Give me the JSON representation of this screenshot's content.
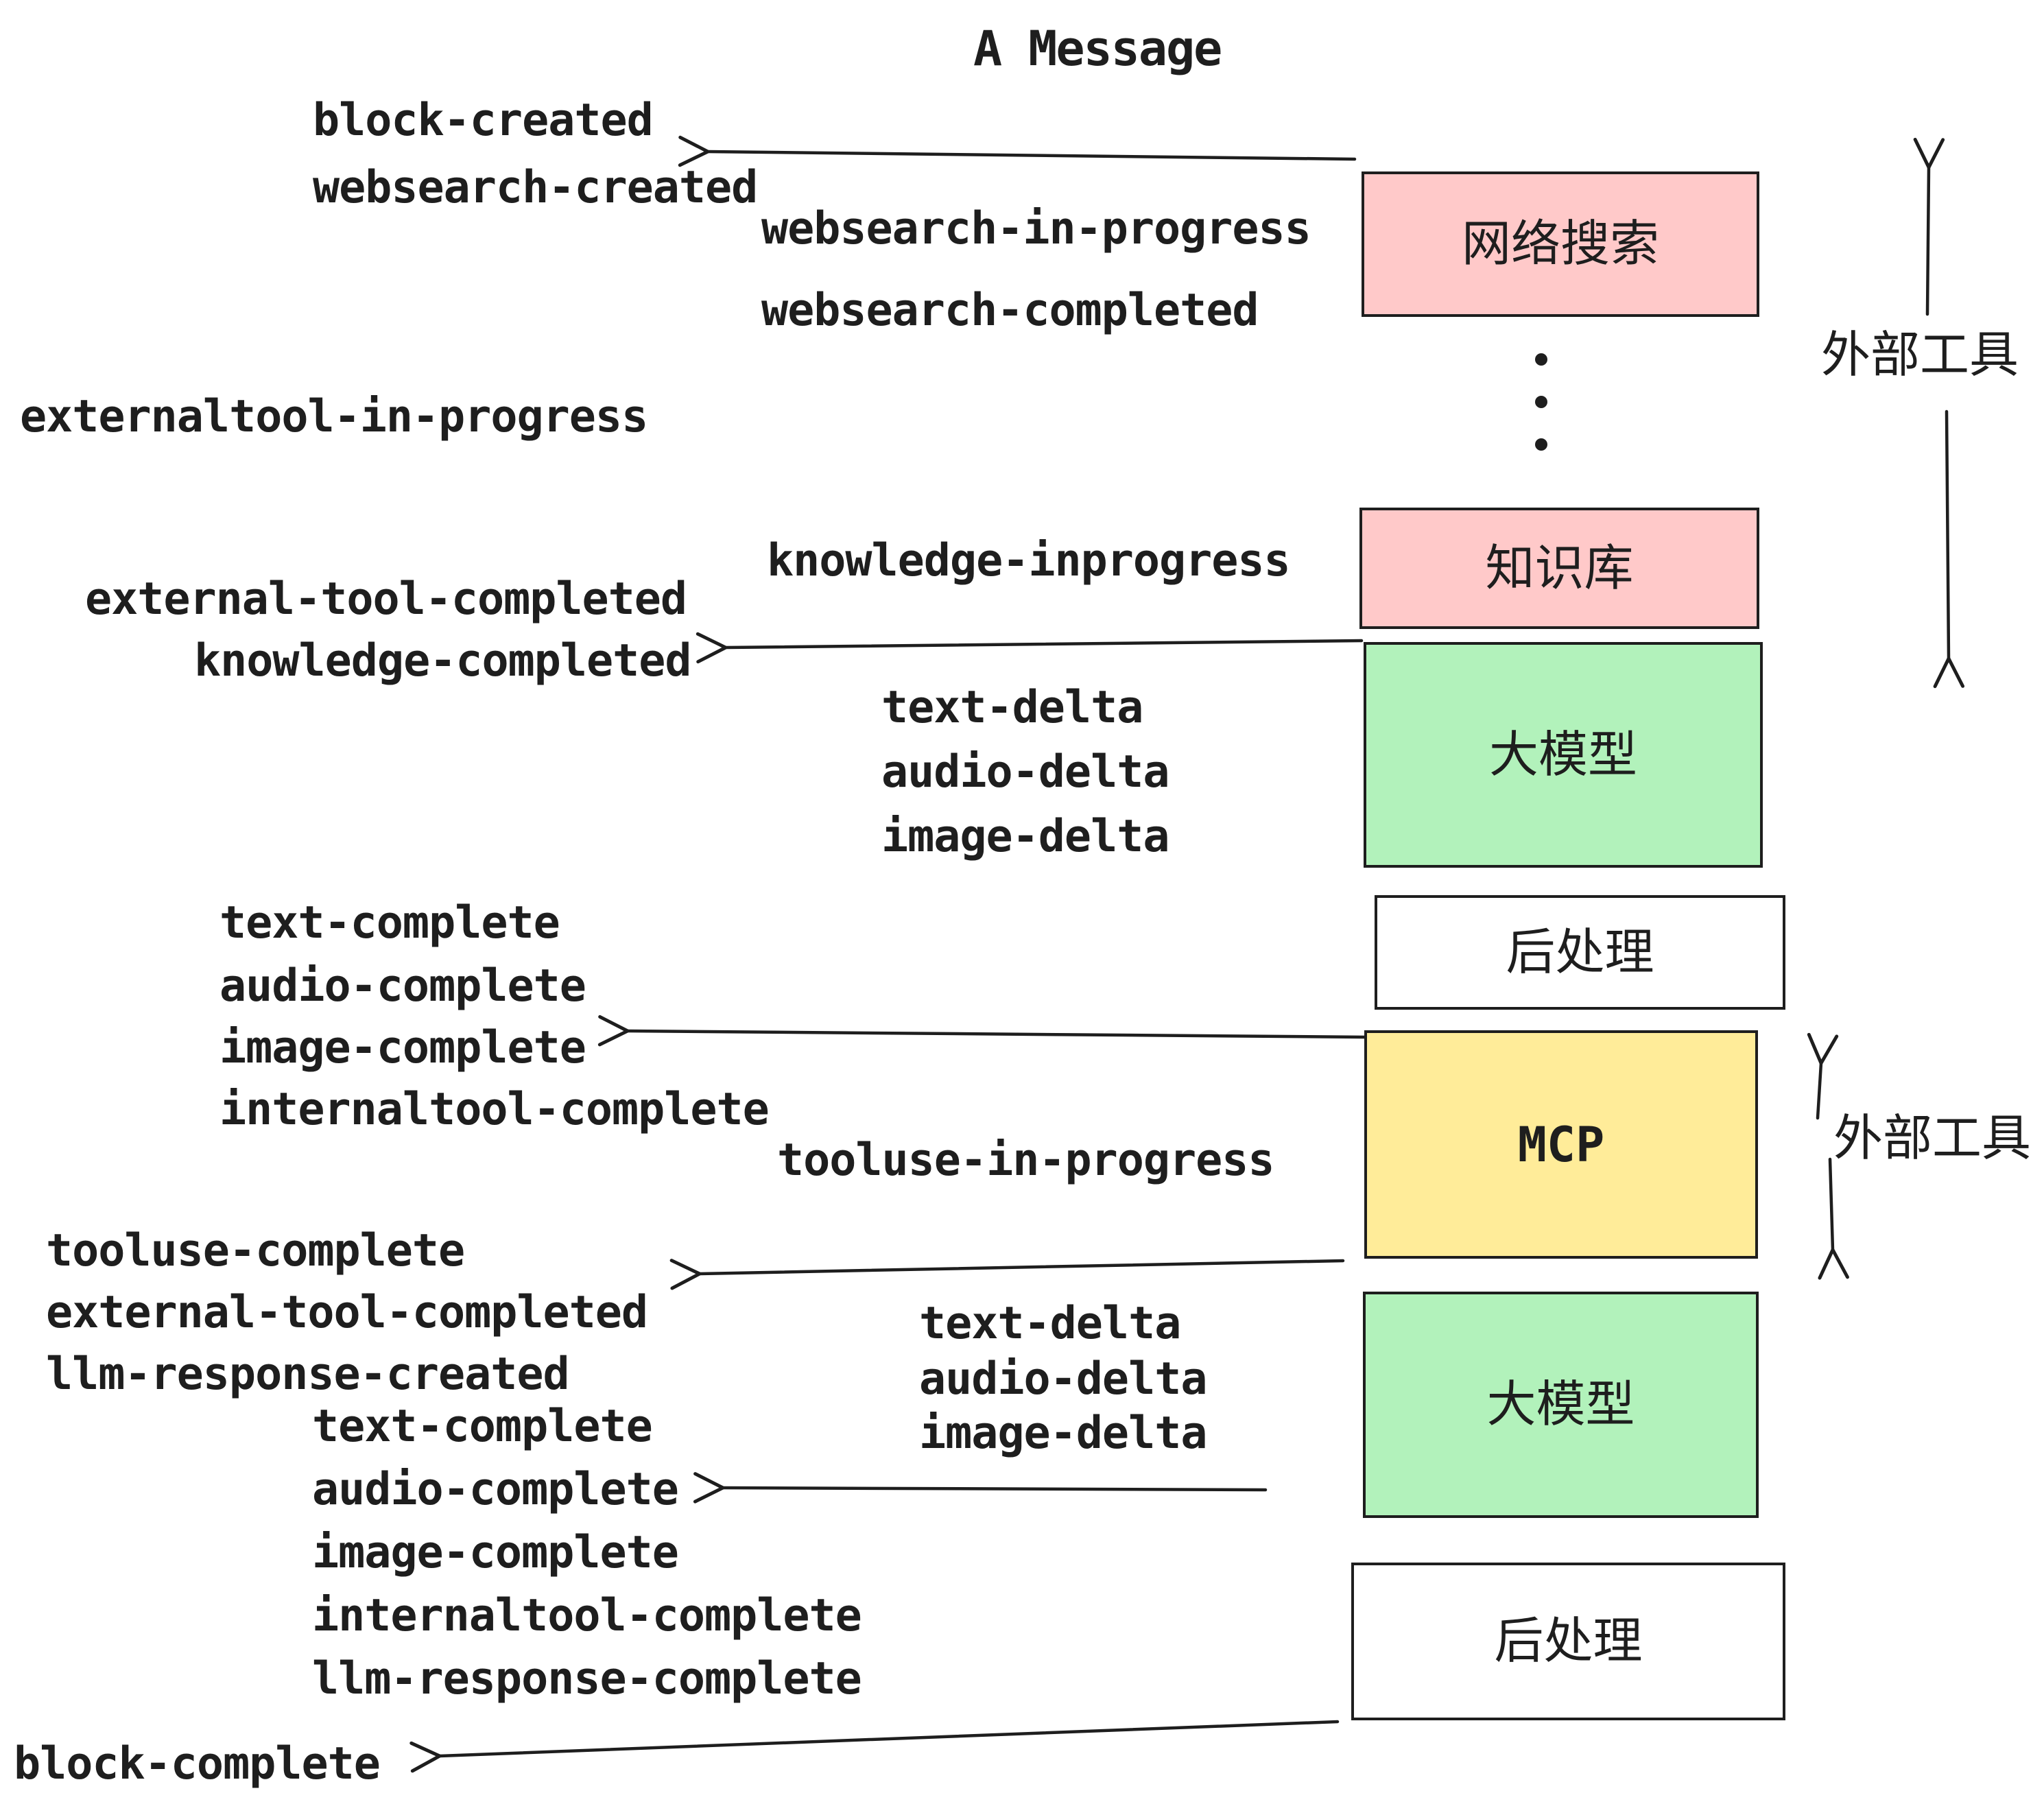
{
  "diagram_title": "A Message",
  "colors": {
    "ink": "#1e1e1e",
    "box_border": "#1e1e1e",
    "pink": "#ffc9c9",
    "green": "#b2f2bb",
    "yellow": "#ffec99",
    "white": "#ffffff",
    "background": "#ffffff"
  },
  "boxes": [
    {
      "id": "websearch",
      "label": "网络搜索",
      "fill": "pink"
    },
    {
      "id": "knowledge",
      "label": "知识库",
      "fill": "pink"
    },
    {
      "id": "llm_top",
      "label": "大模型",
      "fill": "green"
    },
    {
      "id": "postprocess_top",
      "label": "后处理",
      "fill": "white"
    },
    {
      "id": "mcp",
      "label": "MCP",
      "fill": "yellow"
    },
    {
      "id": "llm_bottom",
      "label": "大模型",
      "fill": "green"
    },
    {
      "id": "postprocess_bottom",
      "label": "后处理",
      "fill": "white"
    }
  ],
  "events": [
    "block-created",
    "websearch-created",
    "websearch-in-progress",
    "websearch-completed",
    "externaltool-in-progress",
    "knowledge-inprogress",
    "external-tool-completed",
    "knowledge-completed",
    "text-delta",
    "audio-delta",
    "image-delta",
    "text-complete",
    "audio-complete",
    "image-complete",
    "internaltool-complete",
    "tooluse-in-progress",
    "tooluse-complete",
    "external-tool-completed",
    "llm-response-created",
    "text-delta",
    "audio-delta",
    "image-delta",
    "text-complete",
    "audio-complete",
    "image-complete",
    "internaltool-complete",
    "llm-response-complete",
    "block-complete"
  ],
  "side_labels": [
    {
      "id": "external-tools-top",
      "text": "外部工具"
    },
    {
      "id": "external-tools-bottom",
      "text": "外部工具"
    }
  ],
  "decorations": {
    "ellipsis_dots": 3
  }
}
